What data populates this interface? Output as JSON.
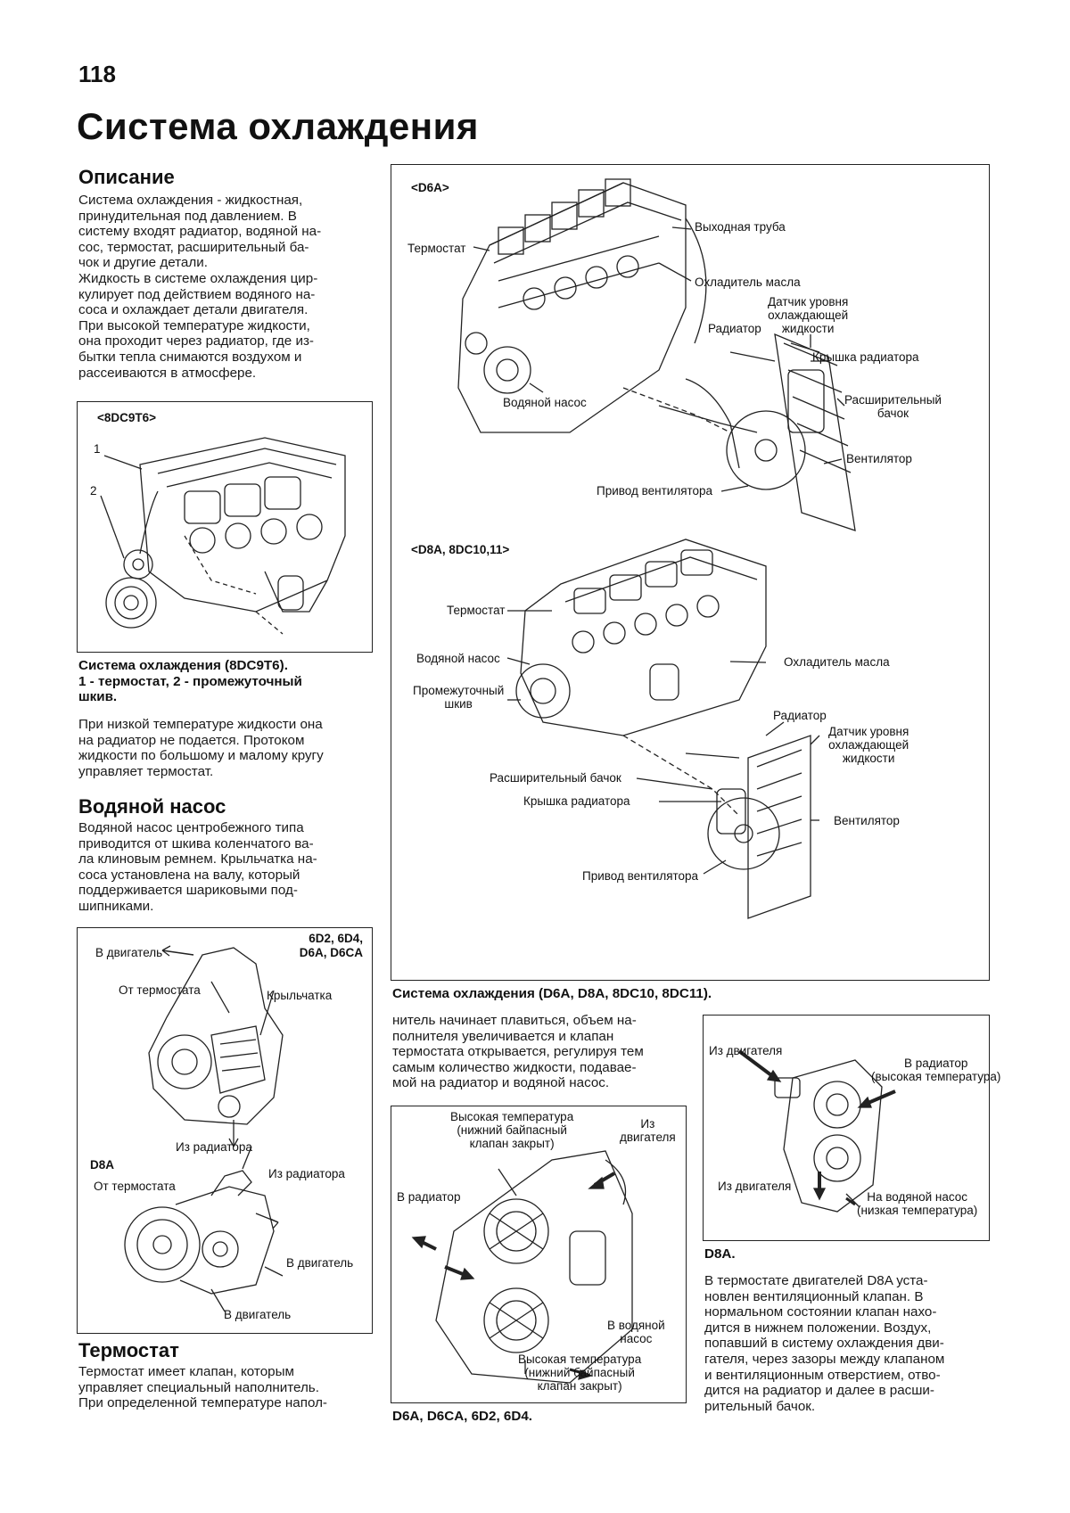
{
  "page_number": "118",
  "title": "Система охлаждения",
  "sections": {
    "description": {
      "heading": "Описание",
      "lines": [
        "Система охлаждения - жидкостная,",
        "принудительная под давлением. В",
        "систему входят радиатор, водяной на-",
        "сос, термостат, расширительный ба-",
        "чок и другие детали.",
        "Жидкость в системе охлаждения цир-",
        "кулирует под действием водяного на-",
        "соса и охлаждает детали двигателя.",
        "При высокой температуре жидкости,",
        "она проходит через радиатор, где из-",
        "бытки тепла снимаются воздухом и",
        "рассеиваются в атмосфере."
      ]
    },
    "low_temp": {
      "lines": [
        "При низкой температуре жидкости она",
        "на радиатор не подается. Протоком",
        "жидкости по большому и малому кругу",
        "управляет термостат."
      ]
    },
    "water_pump": {
      "heading": "Водяной насос",
      "lines": [
        "Водяной насос центробежного типа",
        "приводится от шкива коленчатого ва-",
        "ла клиновым ремнем. Крыльчатка на-",
        "соса установлена на валу, который",
        "поддерживается шариковыми под-",
        "шипниками."
      ]
    },
    "thermostat": {
      "heading": "Термостат",
      "lines": [
        "Термостат имеет клапан, которым",
        "управляет специальный наполнитель.",
        "При определенной температуре напол-"
      ]
    },
    "thermostat_cont": {
      "lines": [
        "нитель начинает плавиться, объем на-",
        "полнителя увеличивается и клапан",
        "термостата открывается, регулируя тем",
        "самым количество жидкости, подавае-",
        "мой на радиатор и водяной насос."
      ]
    },
    "d8a_text": {
      "lines": [
        "В термостате двигателей D8A уста-",
        "новлен вентиляционный клапан. В",
        "нормальном состоянии клапан нахо-",
        "дится в нижнем положении. Воздух,",
        "попавший в систему охлаждения дви-",
        "гателя, через зазоры между клапаном",
        "и вентиляционным отверстием, отво-",
        "дится на радиатор и далее в расши-",
        "рительный бачок."
      ]
    }
  },
  "figures": {
    "fig_8dc9t6": {
      "tag": "<8DC9T6>",
      "callout_1": "1",
      "callout_2": "2",
      "caption_lines": [
        "Система охлаждения (8DC9T6).",
        "1 - термостат, 2 - промежуточный",
        "шкив."
      ]
    },
    "fig_cooling": {
      "tag_d6a": "<D6A>",
      "d6a_labels": {
        "outlet_pipe": "Выходная труба",
        "thermostat": "Термостат",
        "oil_cooler": "Охладитель масла",
        "level_sensor": [
          "Датчик уровня",
          "охлаждающей",
          "жидкости"
        ],
        "radiator": "Радиатор",
        "radiator_cap": "Крышка радиатора",
        "water_pump": "Водяной насос",
        "expansion_tank": [
          "Расширительный",
          "бачок"
        ],
        "fan": "Вентилятор",
        "fan_drive": "Привод вентилятора"
      },
      "tag_d8a": "<D8A, 8DC10,11>",
      "d8a_labels": {
        "thermostat": "Термостат",
        "water_pump": "Водяной насос",
        "oil_cooler": "Охладитель масла",
        "idler_pulley": [
          "Промежуточный",
          "шкив"
        ],
        "radiator": "Радиатор",
        "level_sensor": [
          "Датчик уровня",
          "охлаждающей",
          "жидкости"
        ],
        "expansion_tank": "Расширительный бачок",
        "radiator_cap": "Крышка радиатора",
        "fan": "Вентилятор",
        "fan_drive": "Привод вентилятора"
      },
      "caption": "Система охлаждения (D6A, D8A, 8DC10, 8DC11)."
    },
    "fig_pump": {
      "tag_top": [
        "6D2, 6D4,",
        "D6A, D6CA"
      ],
      "to_engine_1": "В двигатель",
      "from_thermostat_1": "От термостата",
      "impeller": "Крыльчатка",
      "from_radiator_1": "Из радиатора",
      "tag_d8a": "D8A",
      "from_thermostat_2": "От термостата",
      "from_radiator_2": "Из радиатора",
      "to_engine_2": "В двигатель",
      "to_engine_3": "В двигатель"
    },
    "fig_thermo_d6a": {
      "high_temp_top": [
        "Высокая температура",
        "(нижний байпасный",
        "клапан закрыт)"
      ],
      "from_engine": [
        "Из",
        "двигателя"
      ],
      "to_radiator": "В радиатор",
      "to_pump": [
        "В водяной",
        "насос"
      ],
      "high_temp_bottom": [
        "Высокая температура",
        "(нижний байпасный",
        "клапан закрыт)"
      ],
      "caption": "D6A, D6CA, 6D2, 6D4."
    },
    "fig_thermo_d8a": {
      "from_engine_1": "Из двигателя",
      "to_radiator": [
        "В радиатор",
        "(высокая температура)"
      ],
      "from_engine_2": "Из двигателя",
      "to_pump": [
        "На водяной насос",
        "(низкая температура)"
      ],
      "caption": "D8A."
    }
  }
}
